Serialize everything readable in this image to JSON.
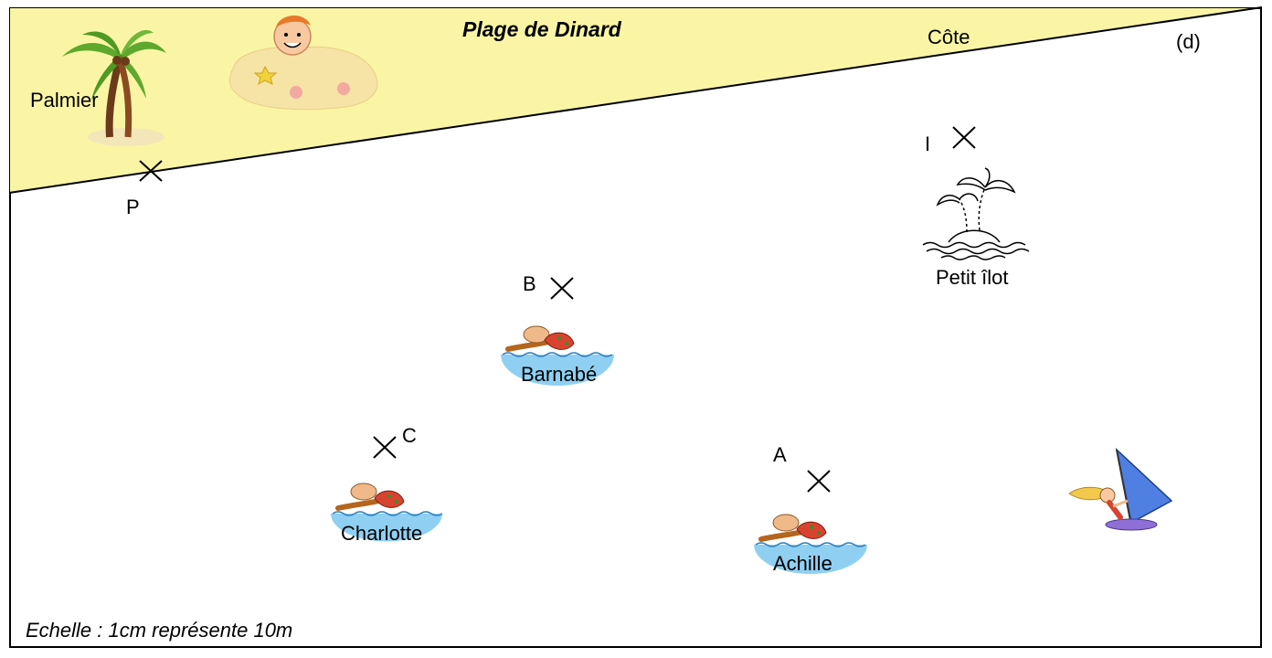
{
  "title": "Plage de Dinard",
  "cote_label": "Côte",
  "line_label": "(d)",
  "scale_text": "Echelle : 1cm représente 10m",
  "colors": {
    "beach": "#FAF5A5",
    "water": "#8FD0F2",
    "sail": "#4F7FE0",
    "board": "#8E6FD6"
  },
  "points": {
    "P": "P",
    "I": "I",
    "B": "B",
    "C": "C",
    "A": "A"
  },
  "places": {
    "palmier": "Palmier",
    "ilot": "Petit îlot"
  },
  "swimmers": {
    "barnabe": "Barnabé",
    "charlotte": "Charlotte",
    "achille": "Achille"
  },
  "icons": [
    "palm-tree-icon",
    "sand-boy-icon",
    "island-icon",
    "swimmer-icon",
    "windsurfer-icon"
  ]
}
